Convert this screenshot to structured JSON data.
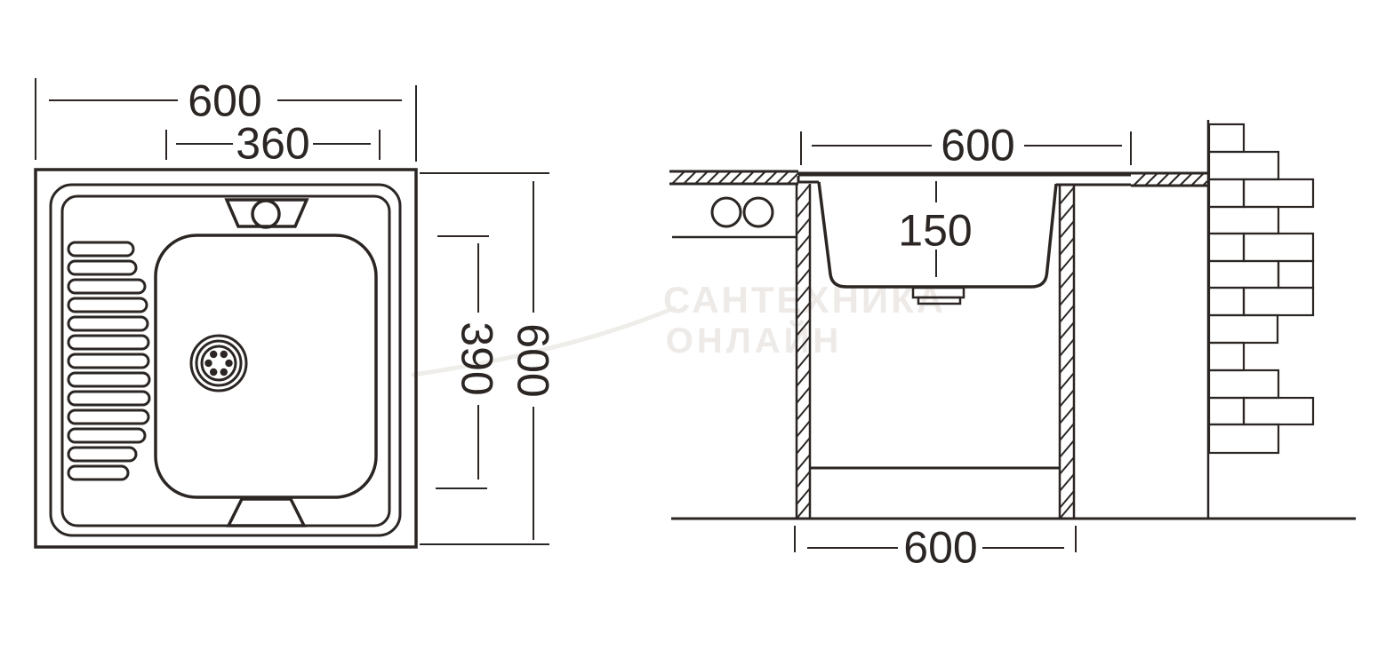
{
  "colors": {
    "background": "#ffffff",
    "line": "#2b2623",
    "watermark": "#edeae7"
  },
  "top_view": {
    "overall_width": "600",
    "basin_width": "360",
    "overall_depth": "600",
    "basin_depth": "390"
  },
  "section_view": {
    "rim_width": "600",
    "bowl_depth": "150",
    "cabinet_width": "600"
  },
  "watermark": {
    "line1": "САНТЕХНИКА",
    "line2": "ОНЛАЙН"
  }
}
